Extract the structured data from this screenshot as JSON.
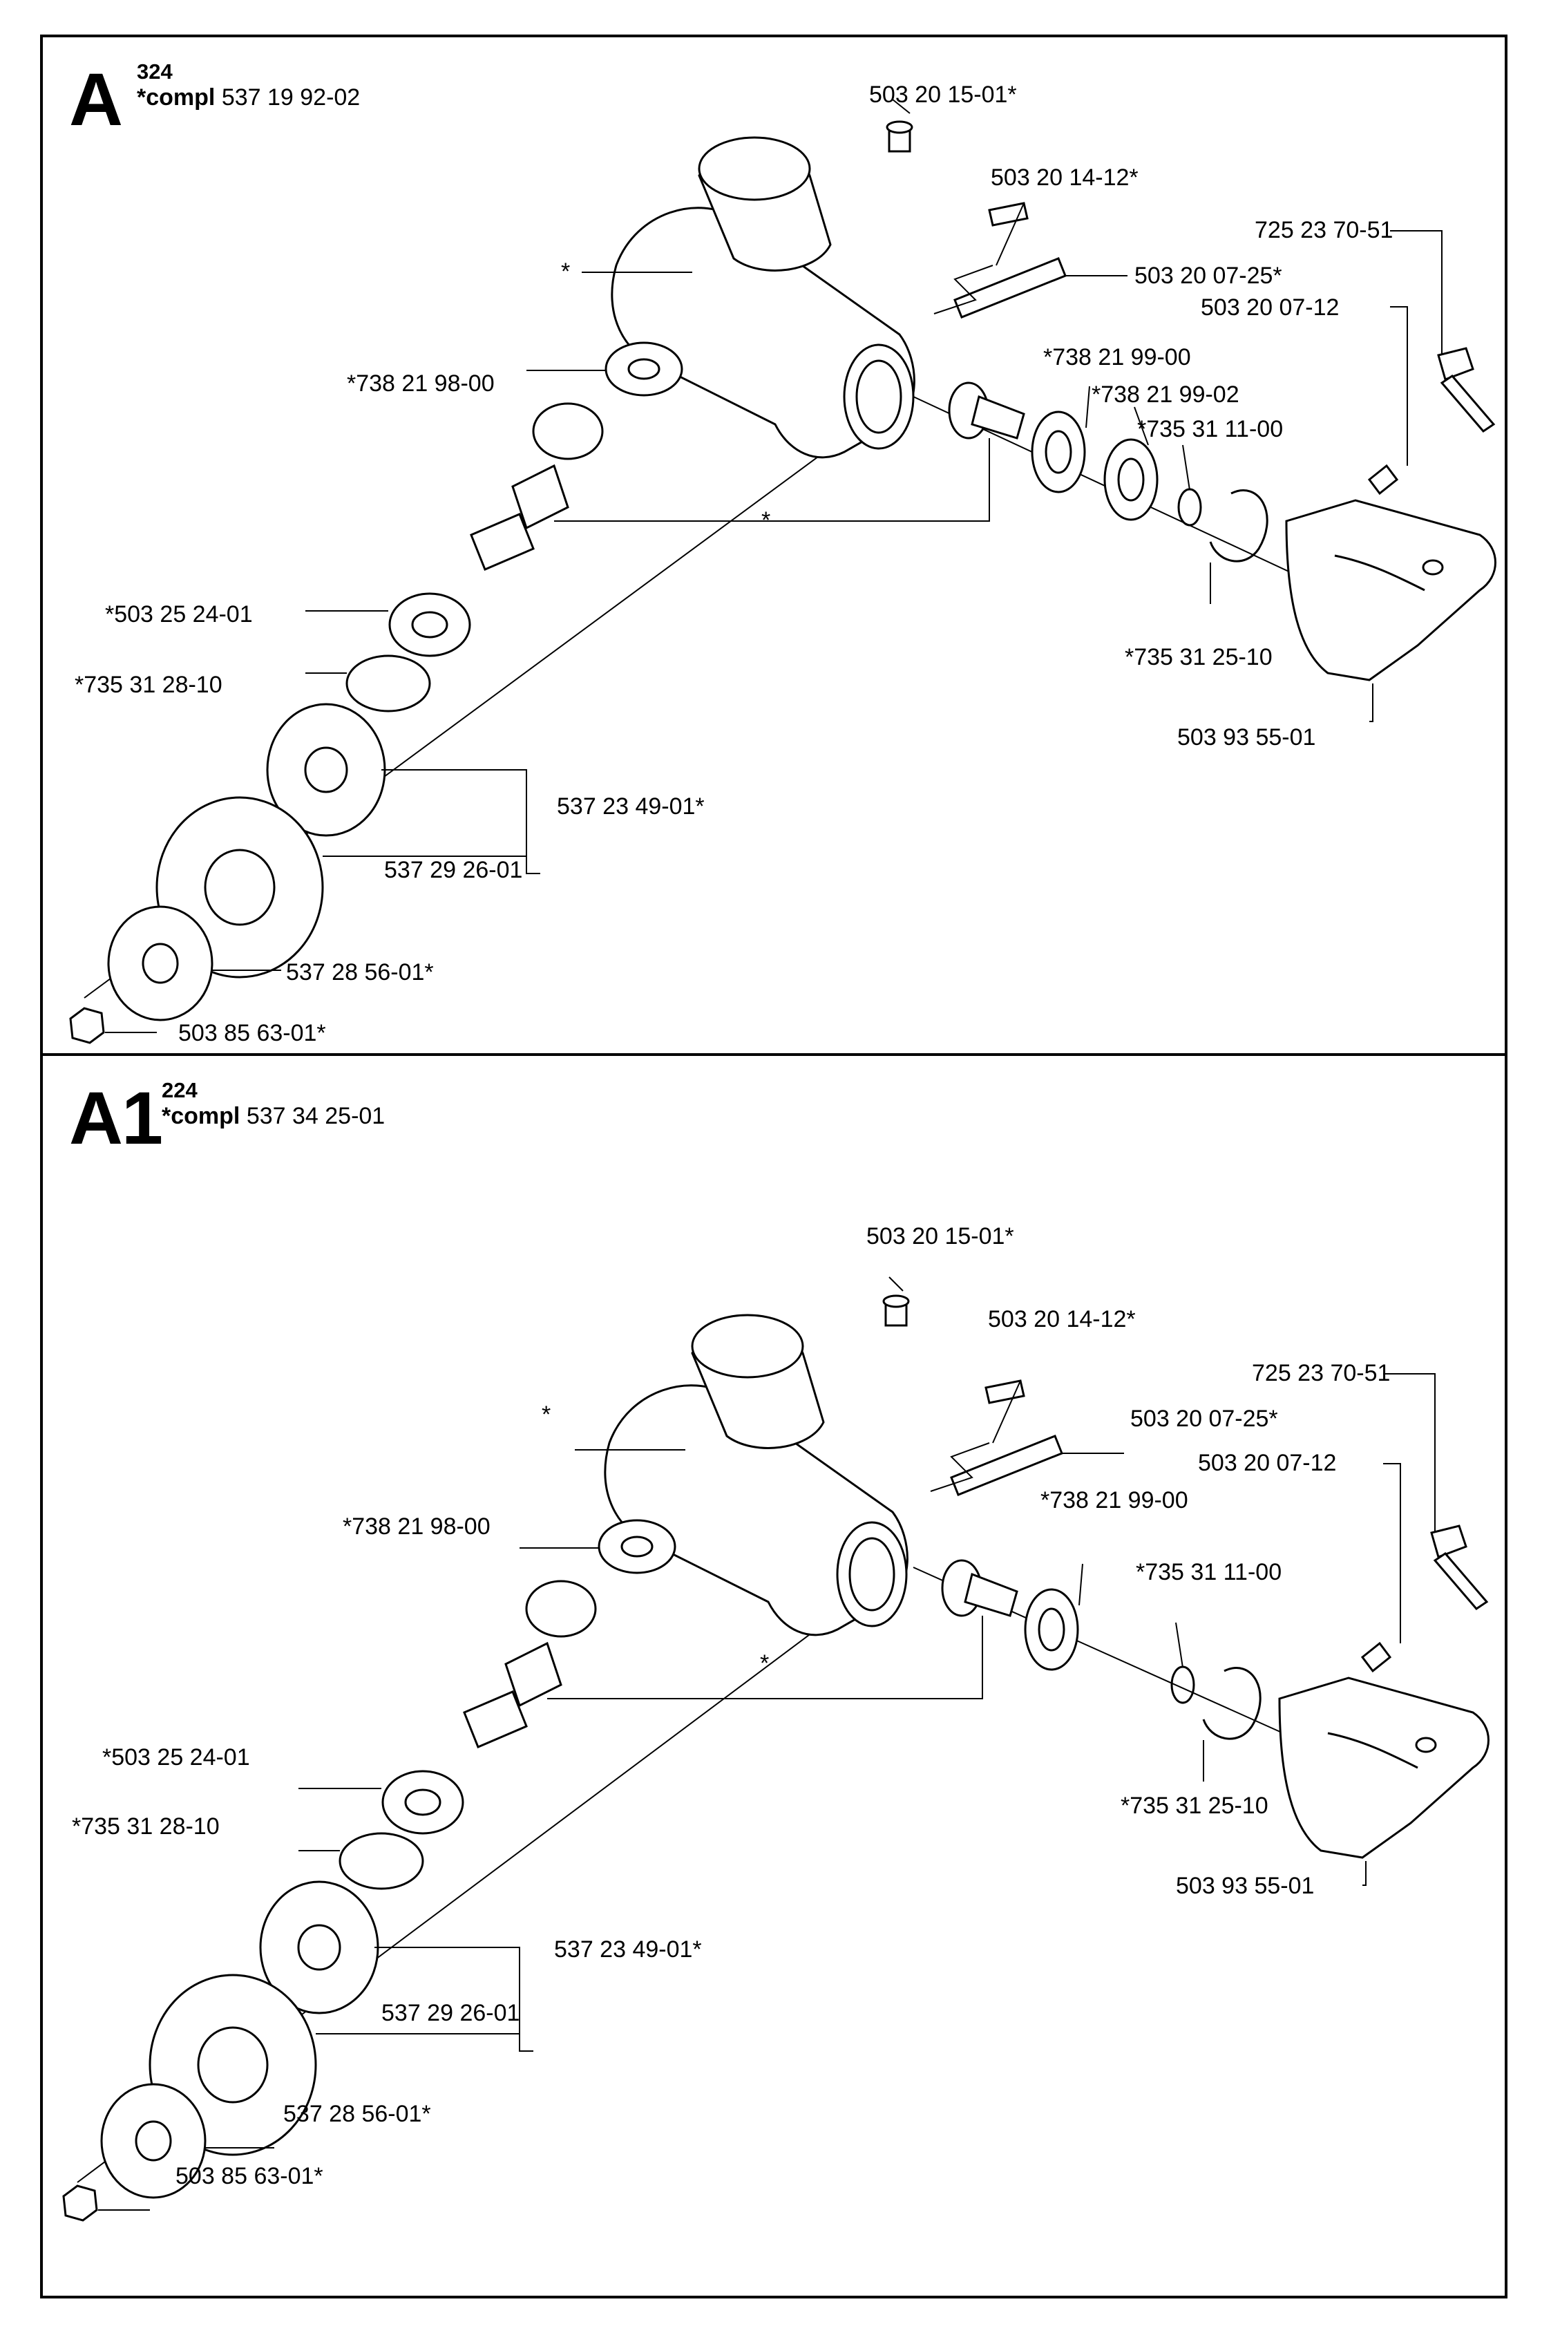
{
  "panels": [
    {
      "letter": "A",
      "model": "324",
      "compl_prefix": "*compl",
      "compl_number": "537 19 92-02",
      "labels": {
        "screw_plug": "503 20 15-01*",
        "screw_small": "503 20 14-12*",
        "screw_long": "503 20 07-25*",
        "bolt_guard": "725 23 70-51",
        "screw_guard": "503 20 07-12",
        "housing": "*",
        "bearing_upper": "*738 21 98-00",
        "bearing_right_1": "*738 21 99-00",
        "bearing_right_2": "*738 21 99-02",
        "circlip_small": "*735 31 11-00",
        "gear_pinion": "*",
        "circlip_right": "*735 31 25-10",
        "guard": "503 93 55-01",
        "bearing_lower": "*503 25 24-01",
        "circlip_lower": "*735 31 28-10",
        "thrust_washer_kit": "537 23 49-01*",
        "support_cup": "537 29 26-01",
        "washer": "537 28 56-01*",
        "nut": "503 85 63-01*"
      }
    },
    {
      "letter": "A1",
      "model": "224",
      "compl_prefix": "*compl",
      "compl_number": "537 34 25-01",
      "labels": {
        "screw_plug": "503 20 15-01*",
        "screw_small": "503 20 14-12*",
        "screw_long": "503 20 07-25*",
        "bolt_guard": "725 23 70-51",
        "screw_guard": "503 20 07-12",
        "housing": "*",
        "bearing_upper": "*738 21 98-00",
        "bearing_right_1": "*738 21 99-00",
        "circlip_small": "*735 31 11-00",
        "gear_pinion": "*",
        "circlip_right": "*735 31 25-10",
        "guard": "503 93 55-01",
        "bearing_lower": "*503 25 24-01",
        "circlip_lower": "*735 31 28-10",
        "thrust_washer_kit": "537 23 49-01*",
        "support_cup": "537 29 26-01",
        "washer": "537 28 56-01*",
        "nut": "503 85 63-01*"
      }
    }
  ]
}
